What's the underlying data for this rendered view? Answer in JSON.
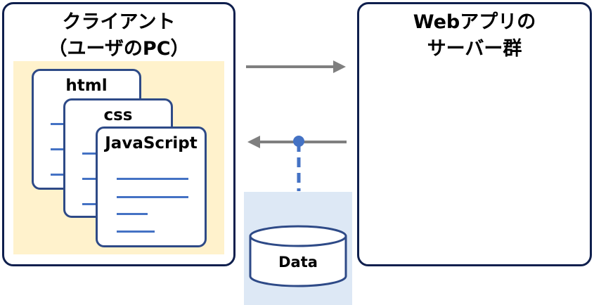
{
  "client": {
    "title_line1": "クライアント",
    "title_line2": "（ユーザのPC）"
  },
  "server": {
    "title_line1": "Webアプリの",
    "title_line2": "サーバー群"
  },
  "docs": {
    "html_label": "html",
    "css_label": "css",
    "js_label": "JavaScript"
  },
  "database": {
    "label": "Data"
  },
  "colors": {
    "border": "#0f1f4d",
    "doc_border": "#2e4a87",
    "arrow": "#7f7f7f",
    "accent": "#4472c4",
    "client_bg": "#fff2cc",
    "data_bg": "#dde8f5"
  }
}
